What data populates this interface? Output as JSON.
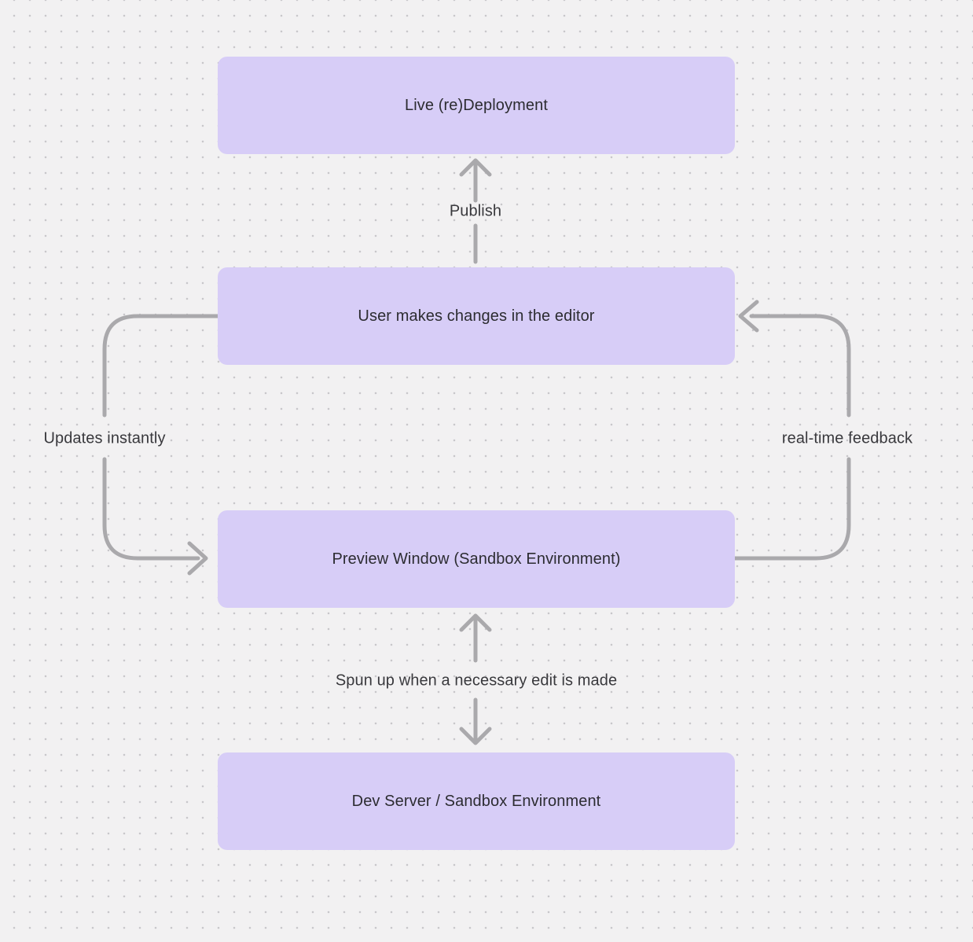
{
  "canvas": {
    "background_color": "#f2f1f2",
    "dot_grid_color": "#c8c7ca"
  },
  "colors": {
    "node_fill": "#d7cdf7",
    "node_text": "#2c2c31",
    "edge_stroke": "#aaa9ac",
    "edge_label_text": "#39393d"
  },
  "diagram": {
    "nodes": [
      {
        "id": "live-redeployment",
        "label": "Live (re)Deployment"
      },
      {
        "id": "user-editor",
        "label": "User makes changes in the editor"
      },
      {
        "id": "preview-window",
        "label": "Preview Window (Sandbox Environment)"
      },
      {
        "id": "dev-server",
        "label": "Dev Server / Sandbox Environment"
      }
    ],
    "edges": [
      {
        "id": "publish",
        "label": "Publish",
        "from": "user-editor",
        "to": "live-redeployment",
        "direction": "up"
      },
      {
        "id": "updates-instantly",
        "label": "Updates instantly",
        "from": "user-editor",
        "to": "preview-window",
        "direction": "down-left-loop"
      },
      {
        "id": "real-time-feedback",
        "label": "real-time feedback",
        "from": "preview-window",
        "to": "user-editor",
        "direction": "up-right-loop"
      },
      {
        "id": "spun-up",
        "label": "Spun up when a necessary edit is made",
        "from": "preview-window",
        "to": "dev-server",
        "direction": "bidirectional"
      }
    ]
  }
}
